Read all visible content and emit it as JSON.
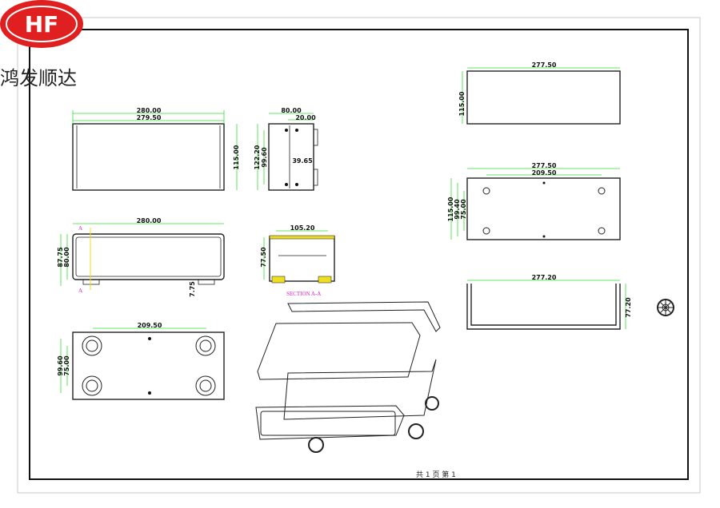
{
  "logo": {
    "mark": "HF",
    "name": "鸿发顺达",
    "color": "#e02020"
  },
  "views": {
    "front_top": {
      "length_outer": "280.00",
      "length_inner": "279.50",
      "height": "115.00"
    },
    "side": {
      "width": "80.00",
      "offset": "20.00",
      "height_outer": "122.20",
      "height_inner": "99.60",
      "center": "39.65"
    },
    "front": {
      "length": "280.00",
      "height_outer": "87.75",
      "height_inner": "80.00",
      "foot": "7.75",
      "section_marker": "A"
    },
    "section": {
      "width": "105.20",
      "height": "77.50",
      "label": "SECTION A-A"
    },
    "bottom": {
      "hole_spacing": "209.50",
      "height_outer": "99.60",
      "height_inner": "75.00"
    },
    "right_top": {
      "length": "277.50",
      "height": "115.00"
    },
    "right_middle": {
      "length": "277.50",
      "hole_spacing": "209.50",
      "height_outer": "115.00",
      "height_mid": "99.40",
      "height_inner": "75.00"
    },
    "right_bottom": {
      "length": "277.20",
      "height": "77.20"
    }
  },
  "footer": {
    "page_info": "共 1 页   第 1"
  }
}
